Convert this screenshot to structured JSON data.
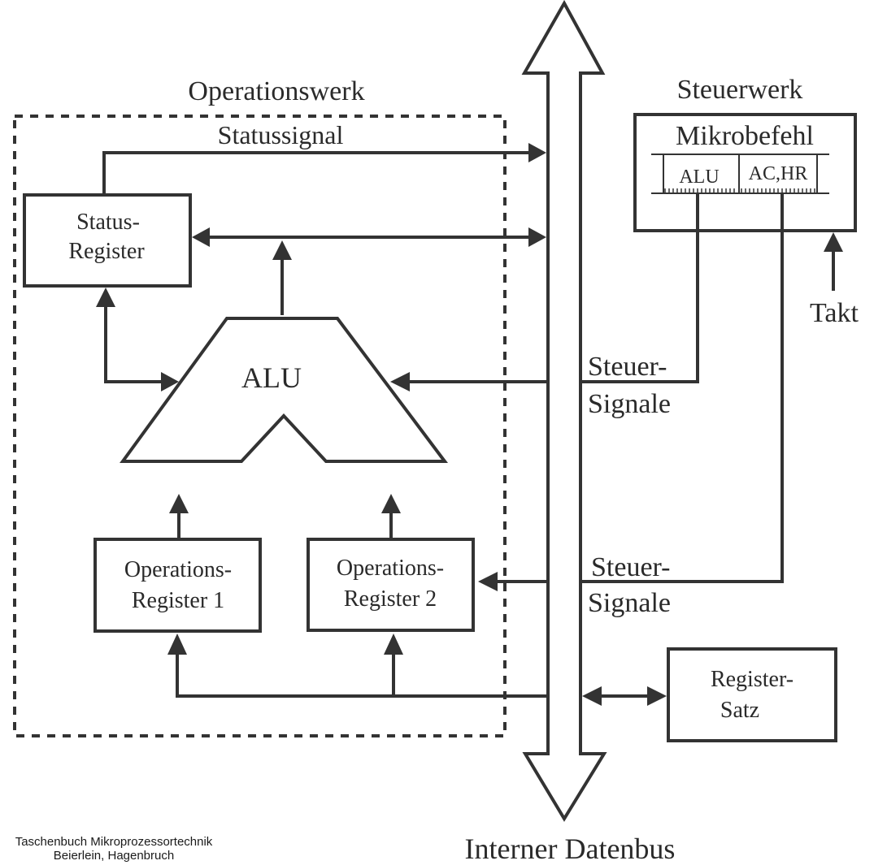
{
  "labels": {
    "operationswerk": "Operationswerk",
    "statussignal": "Statussignal",
    "status_register_line1": "Status-",
    "status_register_line2": "Register",
    "alu": "ALU",
    "op_reg1_line1": "Operations-",
    "op_reg1_line2": "Register 1",
    "op_reg2_line1": "Operations-",
    "op_reg2_line2": "Register 2",
    "steuerwerk": "Steuerwerk",
    "mikrobefehl": "Mikrobefehl",
    "field_alu": "ALU",
    "field_ac_hr": "AC,HR",
    "takt": "Takt",
    "steuer_signale_1_line1": "Steuer-",
    "steuer_signale_1_line2": "Signale",
    "steuer_signale_2_line1": "Steuer-",
    "steuer_signale_2_line2": "Signale",
    "register_satz_line1": "Register-",
    "register_satz_line2": "Satz",
    "interner_datenbus": "Interner Datenbus"
  },
  "source": {
    "line1": "Taschenbuch Mikroprozessortechnik",
    "line2": "Beierlein, Hagenbruch"
  }
}
